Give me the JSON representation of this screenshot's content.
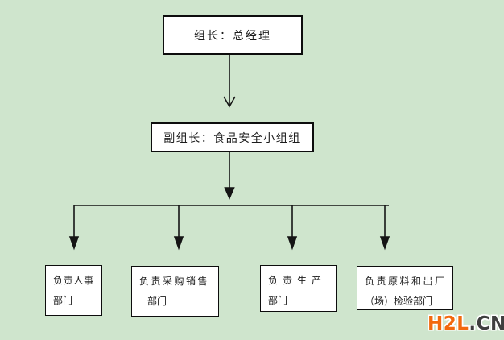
{
  "org": {
    "leader": {
      "label": "组长：总经理"
    },
    "deputy": {
      "label": "副组长：食品安全小组组"
    },
    "departments": [
      {
        "line1": "负责人事",
        "line2": "部门"
      },
      {
        "line1": "负责采购销售",
        "line2": "部门"
      },
      {
        "line1": "负责生产",
        "line2": "部门"
      },
      {
        "line1": "负责原料和出厂",
        "line2": "（场）检验部门"
      }
    ]
  },
  "watermark": {
    "brand": "H2L",
    "suffix": ".CN"
  },
  "colors": {
    "page-bg": "#cfe5cd",
    "box-bg": "#ffffff",
    "box-border": "#0d0d0d",
    "line": "#151515",
    "brand-orange": "#f2690d",
    "brand-dark": "#3f3f3f"
  }
}
